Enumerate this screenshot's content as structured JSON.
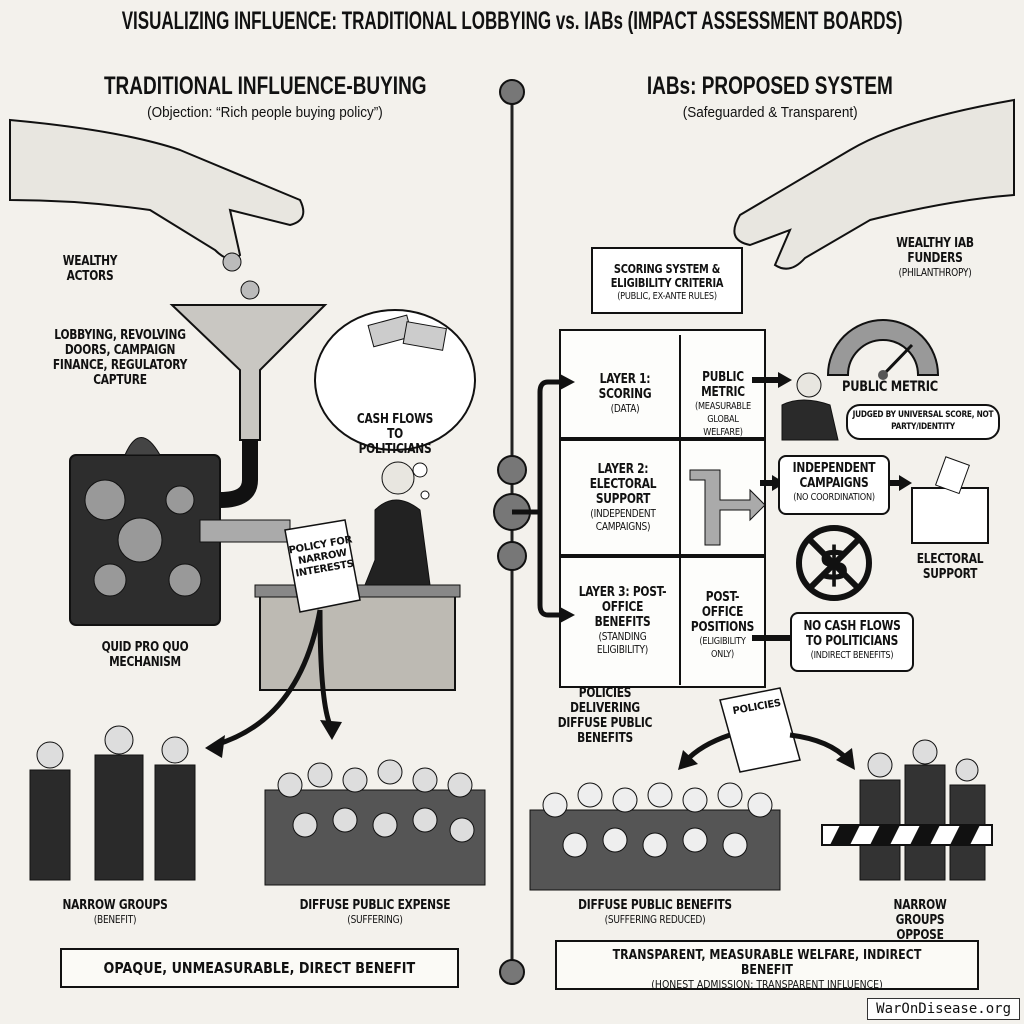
{
  "title": "VISUALIZING INFLUENCE: TRADITIONAL LOBBYING vs. IABs (IMPACT ASSESSMENT BOARDS)",
  "left": {
    "heading": "TRADITIONAL INFLUENCE-BUYING",
    "subheading": "(Objection: “Rich people buying policy”)",
    "wealthy_actors": "WEALTHY ACTORS",
    "methods": "LOBBYING, REVOLVING DOORS, CAMPAIGN FINANCE, REGULATORY CAPTURE",
    "cash_flows": "CASH FLOWS TO POLITICIANS",
    "policy_doc": "POLICY FOR NARROW INTERESTS",
    "mechanism": "QUID PRO QUO MECHANISM",
    "narrow_groups": "NARROW GROUPS",
    "narrow_groups_sub": "(BENEFIT)",
    "diffuse_public": "DIFFUSE PUBLIC EXPENSE",
    "diffuse_public_sub": "(SUFFERING)",
    "banner": "OPAQUE, UNMEASURABLE, DIRECT BENEFIT"
  },
  "right": {
    "heading": "IABs: PROPOSED SYSTEM",
    "subheading": "(Safeguarded & Transparent)",
    "funders": "WEALTHY IAB FUNDERS",
    "funders_sub": "(PHILANTHROPY)",
    "scoring_title": "SCORING SYSTEM & ELIGIBILITY CRITERIA",
    "scoring_sub": "(PUBLIC, EX-ANTE RULES)",
    "layer1": "LAYER 1: SCORING",
    "layer1_sub": "(DATA)",
    "layer1_side": "PUBLIC METRIC",
    "layer1_side_sub": "(MEASURABLE GLOBAL WELFARE)",
    "layer2": "LAYER 2: ELECTORAL SUPPORT",
    "layer2_sub": "(INDEPENDENT CAMPAIGNS)",
    "layer3": "LAYER 3: POST-OFFICE BENEFITS",
    "layer3_sub": "(STANDING ELIGIBILITY)",
    "layer3_side": "POST-OFFICE POSITIONS",
    "layer3_side_sub": "(ELIGIBILITY ONLY)",
    "public_metric": "PUBLIC METRIC",
    "judged": "JUDGED BY UNIVERSAL SCORE, NOT PARTY/IDENTITY",
    "indep_campaigns": "INDEPENDENT CAMPAIGNS",
    "indep_campaigns_sub": "(NO COORDINATION)",
    "electoral_support": "ELECTORAL SUPPORT",
    "no_cash": "NO CASH FLOWS TO POLITICIANS",
    "no_cash_sub": "(INDIRECT BENEFITS)",
    "policies_delivering": "POLICIES DELIVERING DIFFUSE PUBLIC BENEFITS",
    "policies_doc": "POLICIES",
    "diffuse_benefits": "DIFFUSE PUBLIC BENEFITS",
    "diffuse_benefits_sub": "(SUFFERING REDUCED)",
    "narrow_oppose": "NARROW GROUPS OPPOSE",
    "banner": "TRANSPARENT, MEASURABLE WELFARE, INDIRECT BENEFIT",
    "banner_sub": "(HONEST ADMISSION: TRANSPARENT INFLUENCE)"
  },
  "watermark": "WarOnDisease.org"
}
